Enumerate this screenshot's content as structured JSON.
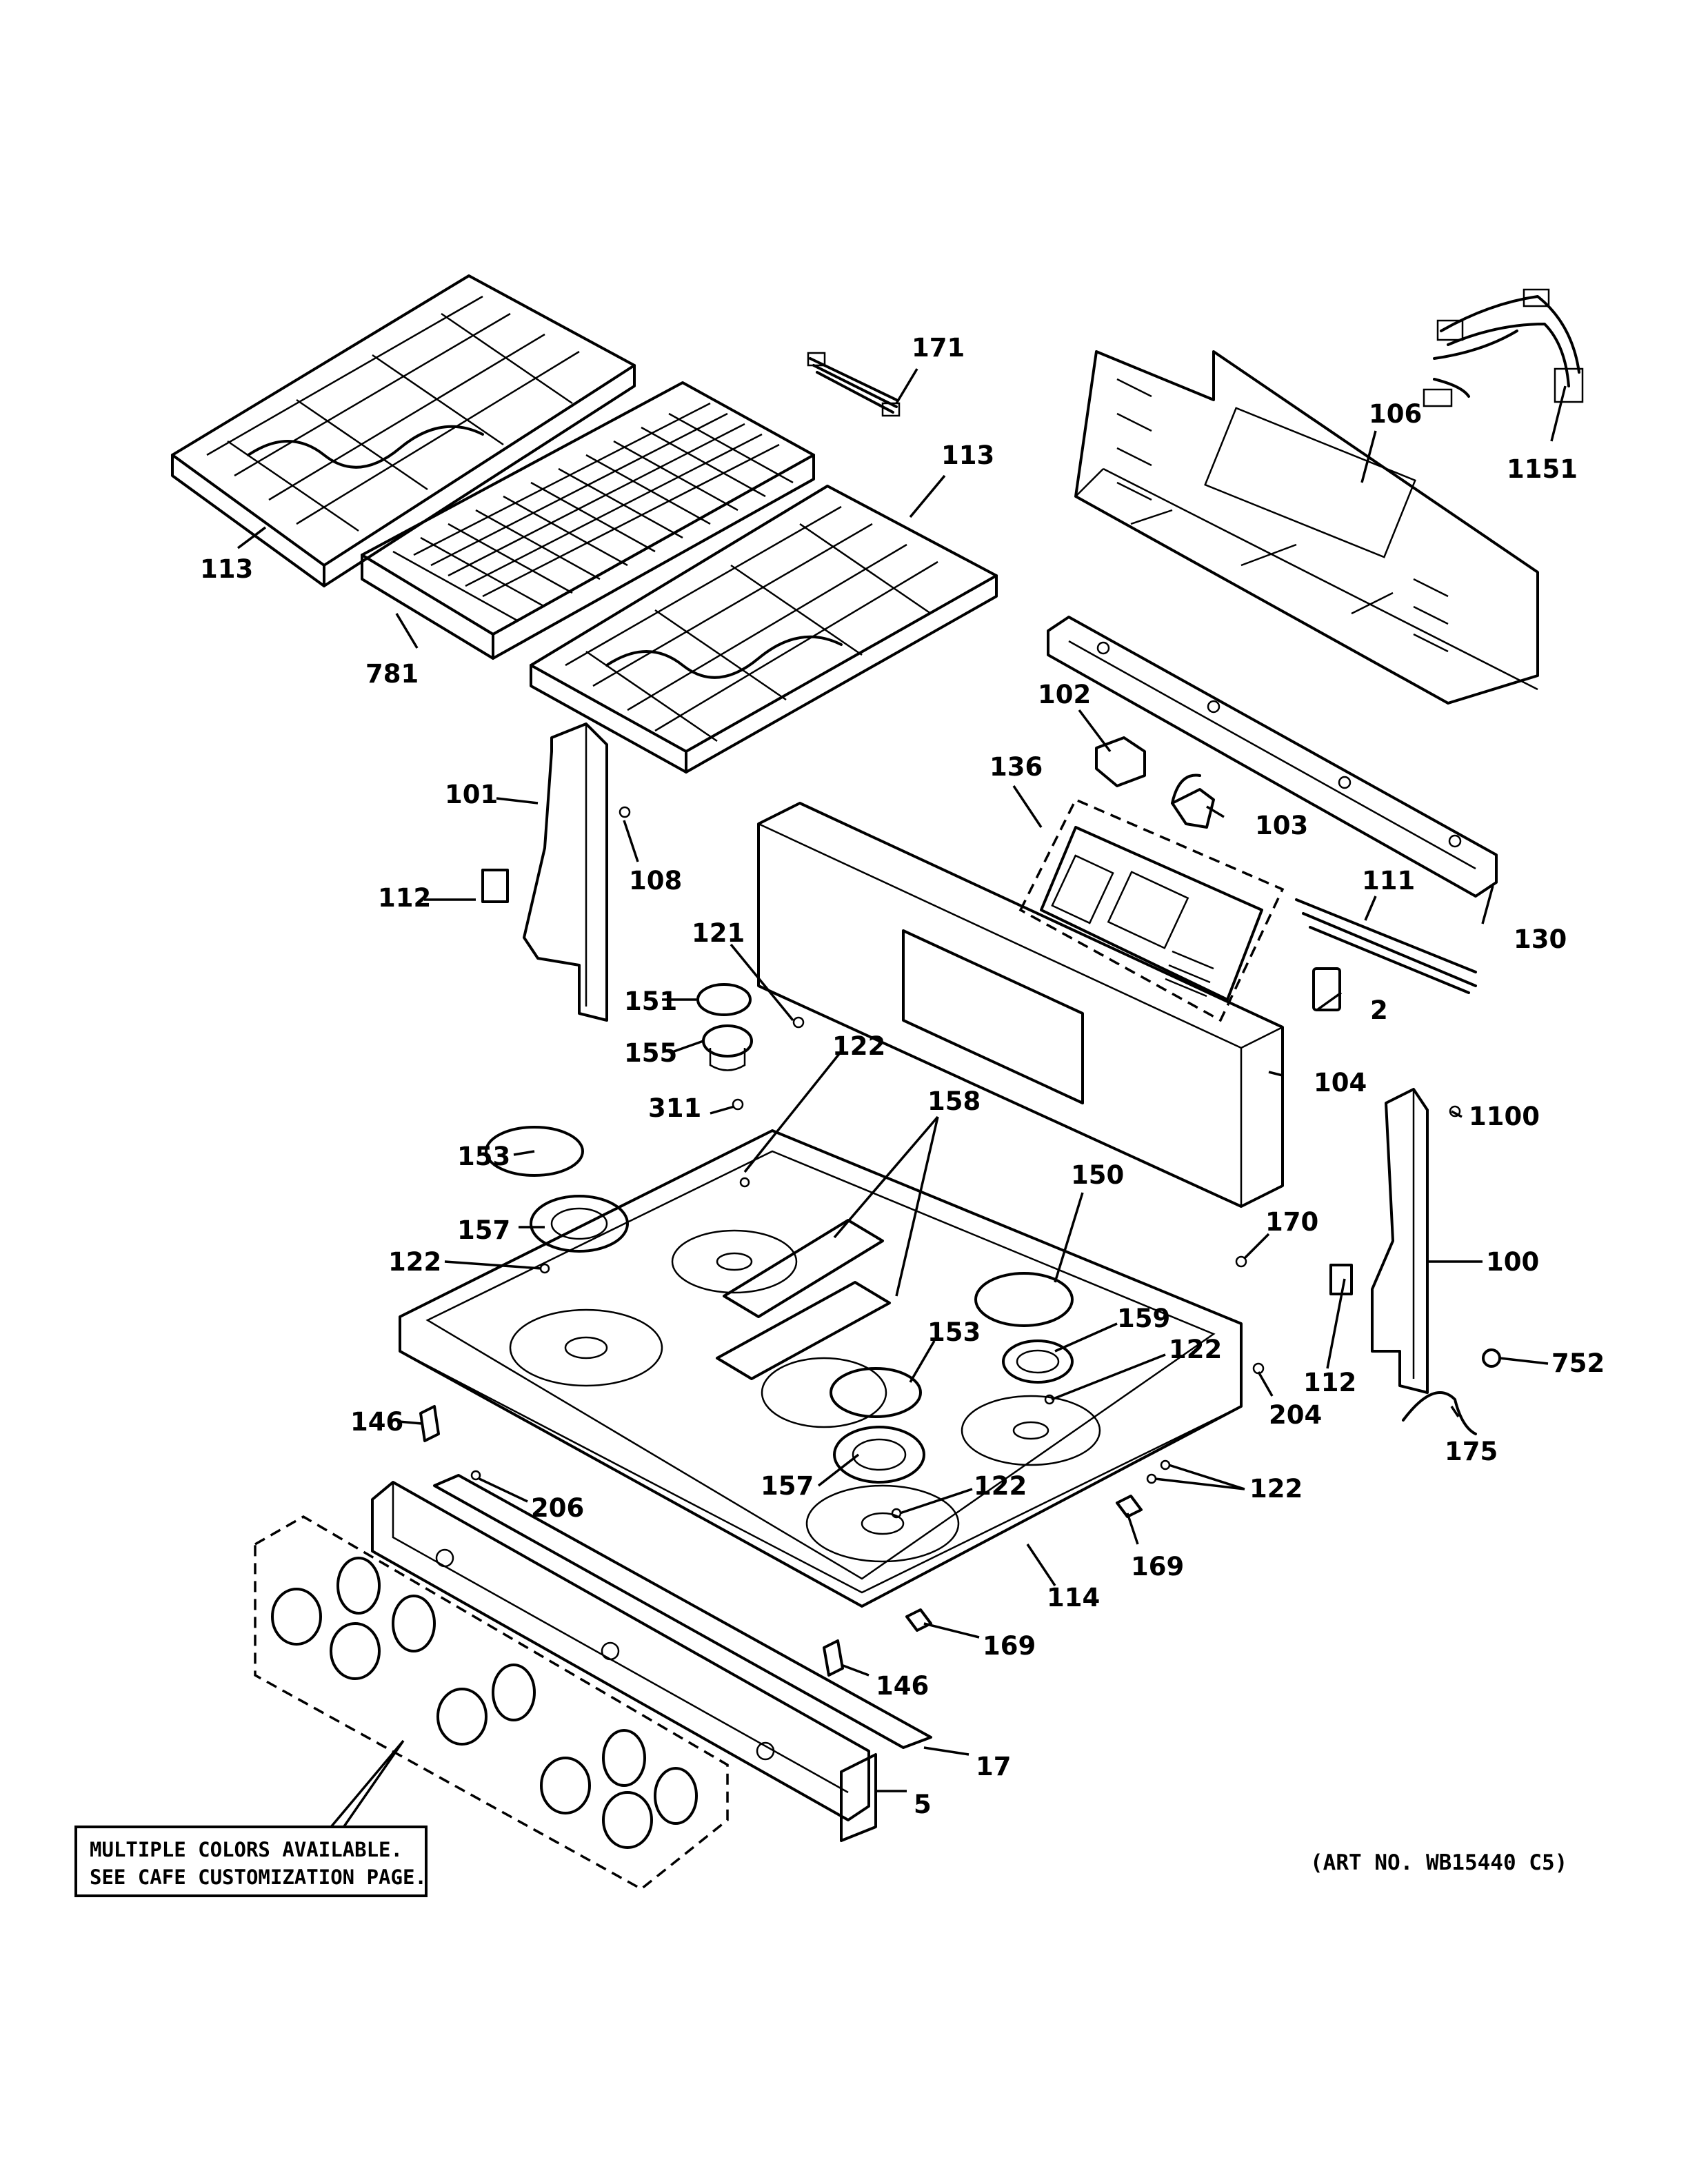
{
  "callouts": {
    "c171": "171",
    "c106": "106",
    "c1151": "1151",
    "c113a": "113",
    "c113b": "113",
    "c781": "781",
    "c102": "102",
    "c136": "136",
    "c103": "103",
    "c101": "101",
    "c108": "108",
    "c112a": "112",
    "c111": "111",
    "c130": "130",
    "c121": "121",
    "c151": "151",
    "c155": "155",
    "c122a": "122",
    "c2": "2",
    "c104": "104",
    "c158": "158",
    "c311": "311",
    "c1100": "1100",
    "c153a": "153",
    "c150": "150",
    "c157a": "157",
    "c170": "170",
    "c122b": "122",
    "c100": "100",
    "c159": "159",
    "c153b": "153",
    "c122c": "122",
    "c112b": "112",
    "c752": "752",
    "c204": "204",
    "c146a": "146",
    "c175": "175",
    "c206": "206",
    "c157b": "157",
    "c122d": "122",
    "c122e": "122",
    "c169a": "169",
    "c114": "114",
    "c169b": "169",
    "c146b": "146",
    "c17": "17",
    "c5": "5"
  },
  "note": {
    "line1": "MULTIPLE COLORS AVAILABLE.",
    "line2": "SEE CAFE CUSTOMIZATION PAGE."
  },
  "art_number": "(ART NO. WB15440 C5)"
}
